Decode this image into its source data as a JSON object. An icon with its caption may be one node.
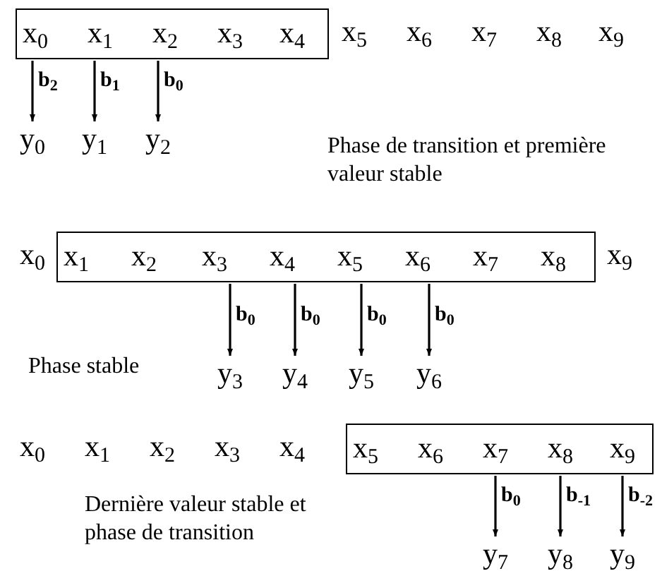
{
  "diagram": {
    "nodes": [
      {
        "text": [],
        "shape": "box"
      },
      {
        "text": [
          "x$_{0}$"
        ],
        "in": 0
      },
      {
        "text": [
          "x$_{1}$"
        ],
        "in": 0
      },
      {
        "text": [
          "x$_{2}$"
        ],
        "in": 0
      },
      {
        "text": [
          "x$_{3}$"
        ],
        "in": 0
      },
      {
        "text": [
          "x$_{4}$"
        ],
        "in": 0
      },
      {
        "text": [
          "y$_{0}$"
        ]
      },
      {
        "text": [
          "y$_{1}$"
        ]
      },
      {
        "text": [
          "y$_{2}$"
        ]
      },
      {
        "text": [],
        "shape": "box"
      },
      {
        "text": [
          "x$_{1}$"
        ],
        "in": 9
      },
      {
        "text": [
          "x$_{2}$"
        ],
        "in": 9
      },
      {
        "text": [
          "x$_{3}$"
        ],
        "in": 9
      },
      {
        "text": [
          "x$_{4}$"
        ],
        "in": 9
      },
      {
        "text": [
          "x$_{5}$"
        ],
        "in": 9
      },
      {
        "text": [
          "x$_{6}$"
        ],
        "in": 9
      },
      {
        "text": [
          "x$_{7}$"
        ],
        "in": 9
      },
      {
        "text": [
          "x$_{8}$"
        ],
        "in": 9
      },
      {
        "text": [
          "y$_{3}$"
        ]
      },
      {
        "text": [
          "y$_{4}$"
        ]
      },
      {
        "text": [
          "y$_{5}$"
        ]
      },
      {
        "text": [
          "y$_{6}$"
        ]
      },
      {
        "text": [],
        "shape": "box"
      },
      {
        "text": [
          "x$_{5}$"
        ],
        "in": 22
      },
      {
        "text": [
          "x$_{6}$"
        ],
        "in": 22
      },
      {
        "text": [
          "x$_{7}$"
        ],
        "in": 22
      },
      {
        "text": [
          "x$_{8}$"
        ],
        "in": 22
      },
      {
        "text": [
          "x$_{9}$"
        ],
        "in": 22
      },
      {
        "text": [
          "y$_{7}$"
        ]
      },
      {
        "text": [
          "y$_{8}$"
        ]
      },
      {
        "text": [
          "y$_{9}$"
        ]
      }
    ],
    "edges": [
      {
        "from": 0,
        "to": 6,
        "arrow": "to",
        "label": "b$_{2}$"
      },
      {
        "from": 0,
        "to": 7,
        "arrow": "to",
        "label": "b$_{1}$"
      },
      {
        "from": 0,
        "to": 8,
        "arrow": "to",
        "label": "b$_{0}$"
      },
      {
        "from": 9,
        "to": 18,
        "arrow": "to",
        "label": "b$_{0}$"
      },
      {
        "from": 9,
        "to": 19,
        "arrow": "to",
        "label": "b$_{0}$"
      },
      {
        "from": 9,
        "to": 20,
        "arrow": "to",
        "label": "b$_{0}$"
      },
      {
        "from": 9,
        "to": 21,
        "arrow": "to",
        "label": "b$_{0}$"
      },
      {
        "from": 22,
        "to": 28,
        "arrow": "to",
        "label": "b$_{0}$"
      },
      {
        "from": 22,
        "to": 29,
        "arrow": "to",
        "label": "b$_{-1}$"
      },
      {
        "from": 22,
        "to": 30,
        "arrow": "to",
        "label": "b$_{-2}$"
      }
    ],
    "labels": [
      "x$_{5}$",
      "x$_{6}$",
      "x$_{7}$",
      "x$_{8}$",
      "x$_{9}$",
      "Phase de transition et première valeur stable",
      "x$_{0}$",
      "x$_{9}$",
      "Phase stable",
      "x$_{0}$",
      "x$_{1}$",
      "x$_{2}$",
      "x$_{3}$",
      "x$_{4}$",
      "Dernière valeur stable et phase de transition"
    ]
  }
}
